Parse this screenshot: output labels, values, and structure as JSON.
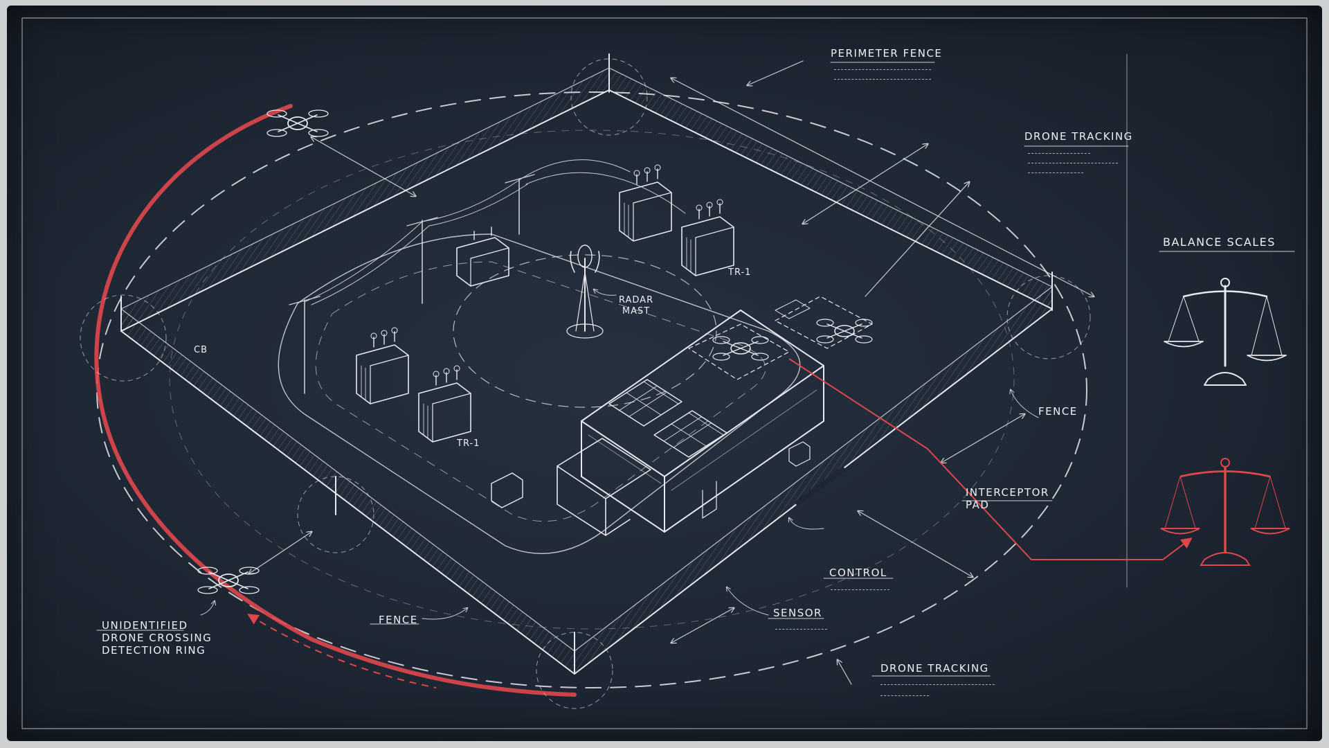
{
  "labels": {
    "perimeter_fence": "Perimeter Fence",
    "drone_tracking_top": "Drone Tracking",
    "balance_scales": "Balance Scales",
    "radar_mast_line1": "Radar",
    "radar_mast_line2": "Mast",
    "tr1_right": "TR-1",
    "tr1_left": "TR-1",
    "cb": "CB",
    "fence_right": "Fence",
    "interceptor_pad_line1": "Interceptor",
    "interceptor_pad_line2": "Pad",
    "control": "Control",
    "sensor": "Sensor",
    "fence_bottom": "Fence",
    "drone_tracking_bottom": "Drone Tracking",
    "unidentified_line1": "Unidentified",
    "unidentified_line2": "Drone Crossing",
    "unidentified_line3": "Detection Ring"
  },
  "colors": {
    "background": "#1e2633",
    "chalk": "#e7e9ee",
    "alert_red": "#e0474c"
  },
  "icons": [
    "drone-icon",
    "balance-scales-icon",
    "radar-mast-icon",
    "transformer-icon",
    "solar-panel-icon"
  ]
}
